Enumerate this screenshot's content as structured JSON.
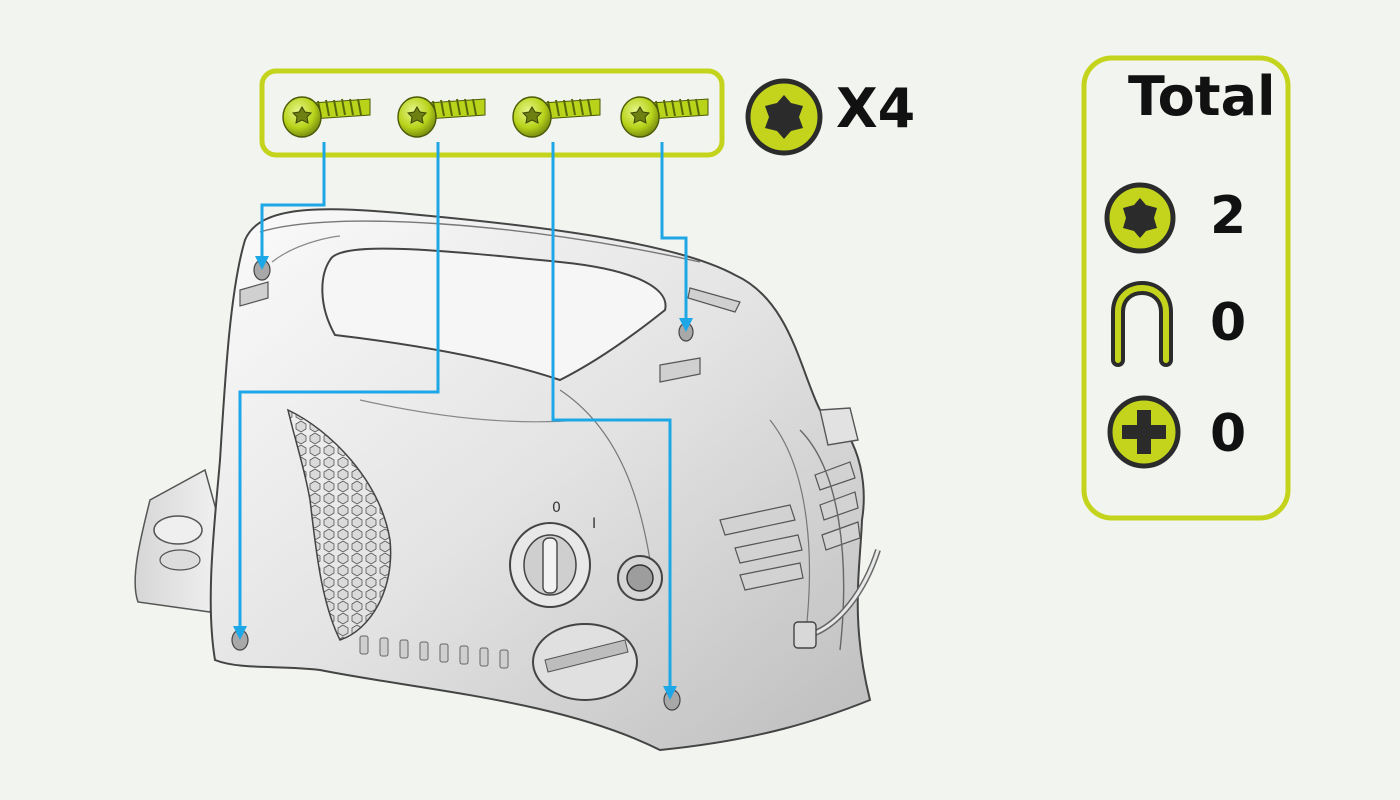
{
  "screw_group": {
    "count_label": "X4",
    "screw_count": 4,
    "drive_icon": "torx-icon"
  },
  "totals": {
    "title": "Total",
    "items": [
      {
        "icon": "torx-icon",
        "count": "2"
      },
      {
        "icon": "u-clip-icon",
        "count": "0"
      },
      {
        "icon": "phillips-icon",
        "count": "0"
      }
    ]
  },
  "colors": {
    "accent": "#c4d41c",
    "screw": "#b8d31a",
    "leader": "#1ea7e6",
    "background": "#f2f4ef",
    "housing": "#e4e4e4",
    "icon_dark": "#2b2b2b"
  }
}
